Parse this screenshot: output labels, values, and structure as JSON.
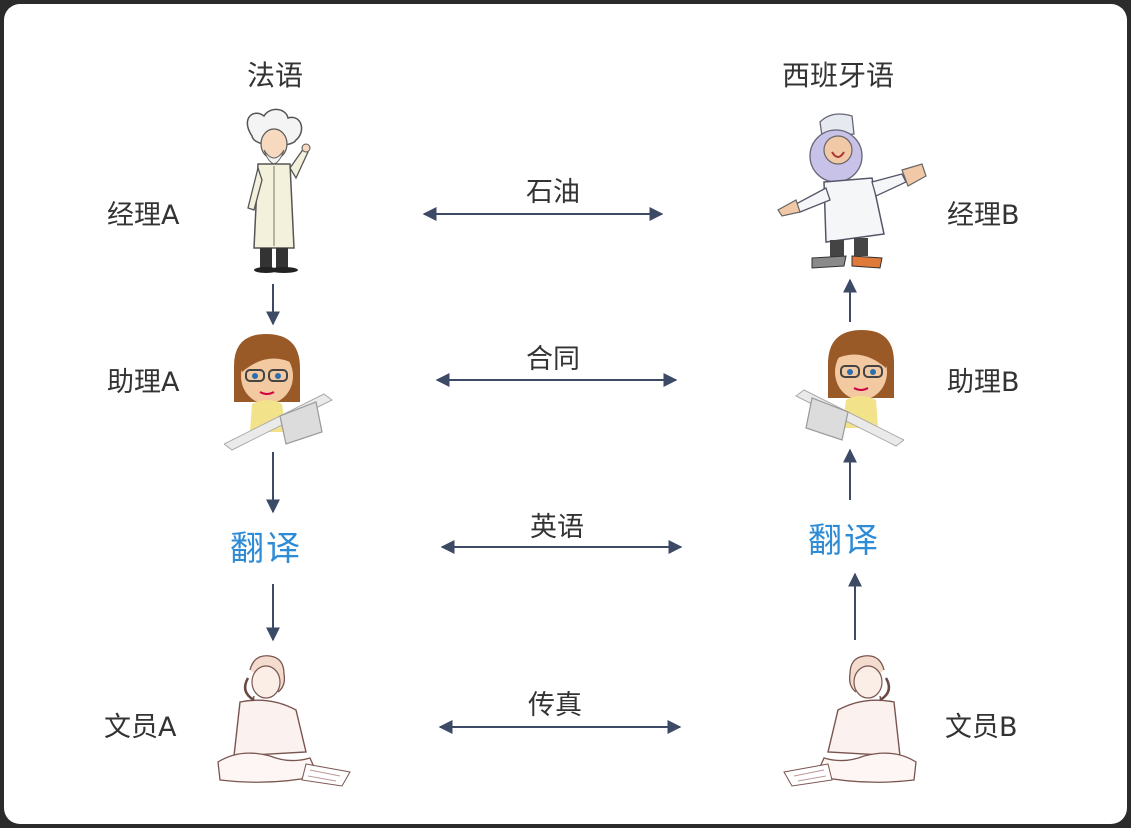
{
  "columns": {
    "left": {
      "language": "法语"
    },
    "right": {
      "language": "西班牙语"
    }
  },
  "rows": [
    {
      "left_label": "经理A",
      "right_label": "经理B",
      "channel": "石油"
    },
    {
      "left_label": "助理A",
      "right_label": "助理B",
      "channel": "合同"
    },
    {
      "left_label": "翻译",
      "right_label": "翻译",
      "channel": "英语"
    },
    {
      "left_label": "文员A",
      "right_label": "文员B",
      "channel": "传真"
    }
  ],
  "icons": [
    "scientist-icon",
    "doctor-icon",
    "assistant-icon",
    "clerk-icon"
  ],
  "colors": {
    "translate": "#2e8bd6",
    "arrow": "#3c4a66",
    "text": "#333333"
  }
}
